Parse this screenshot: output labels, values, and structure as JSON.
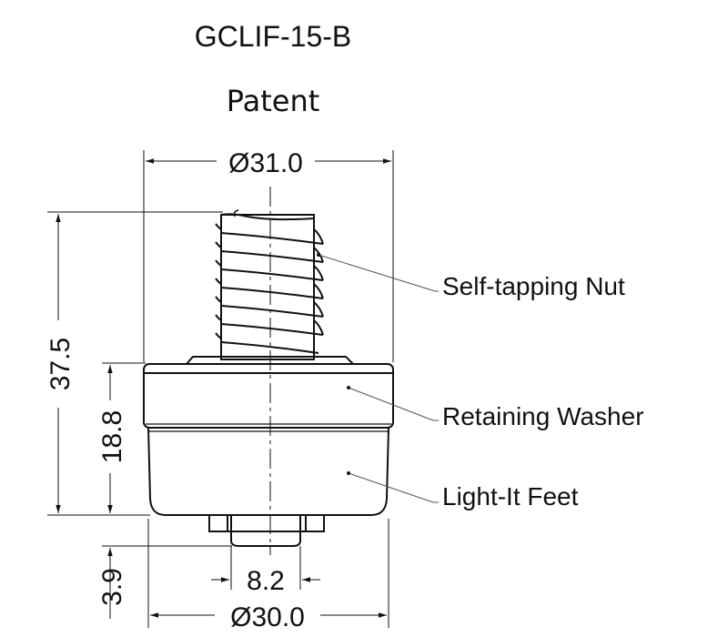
{
  "header": {
    "model": "GCLIF-15-B",
    "patent": "Patent"
  },
  "dimensions": {
    "top_diameter": "Ø31.0",
    "total_height": "37.5",
    "body_height": "18.8",
    "base_height": "3.9",
    "pin_width": "8.2",
    "bottom_diameter": "Ø30.0"
  },
  "labels": {
    "nut": "Self-tapping Nut",
    "washer": "Retaining Washer",
    "feet": "Light-It Feet"
  }
}
